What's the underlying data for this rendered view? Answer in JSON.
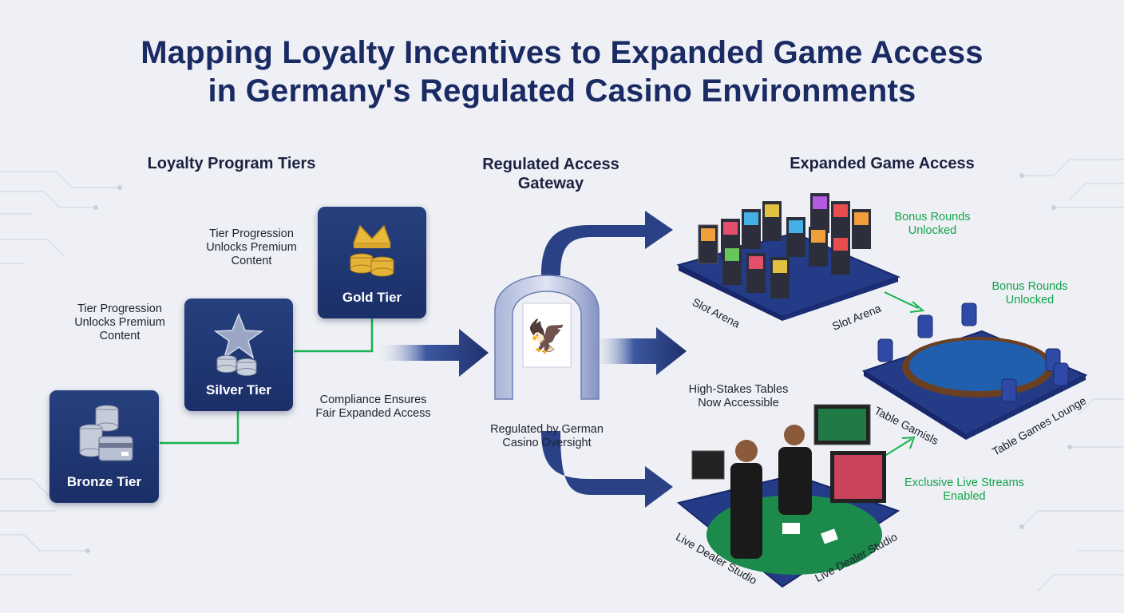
{
  "title": {
    "line1": "Mapping Loyalty Incentives to Expanded Game Access",
    "line2": "in Germany's Regulated Casino Environments"
  },
  "columns": {
    "loyalty": "Loyalty Program Tiers",
    "gateway": "Regulated Access\nGateway",
    "games": "Expanded Game Access"
  },
  "tiers": {
    "gold": "Gold Tier",
    "silver": "Silver Tier",
    "bronze": "Bronze Tier"
  },
  "notes": {
    "progression_1": "Tier Progression\nUnlocks Premium\nContent",
    "progression_2": "Tier Progression\nUnlocks Premium\nContent",
    "compliance": "Compliance Ensures\nFair Expanded Access",
    "regulated": "Regulated by German\nCasino Oversight",
    "high_stakes": "High-Stakes Tables\nNow Accessible"
  },
  "unlocks": {
    "bonus_1": "Bonus Rounds\nUnlocked",
    "bonus_2": "Bonus Rounds\nUnlocked",
    "live": "Exclusive Live Streams\nEnabled"
  },
  "platforms": {
    "slot_a": "Slot Arena",
    "slot_b": "Slot Arena",
    "table_a": "Table Gamisls",
    "table_b": "Table Games Lounge",
    "live_a": "Live Dealer Studio",
    "live_b": "Live Dealer Studio"
  },
  "colors": {
    "title": "#1a2a63",
    "tier_box": "#1f3572",
    "arrow": "#1e2f6c",
    "connector_green": "#19b24f",
    "unlock_text": "#12a34a"
  }
}
